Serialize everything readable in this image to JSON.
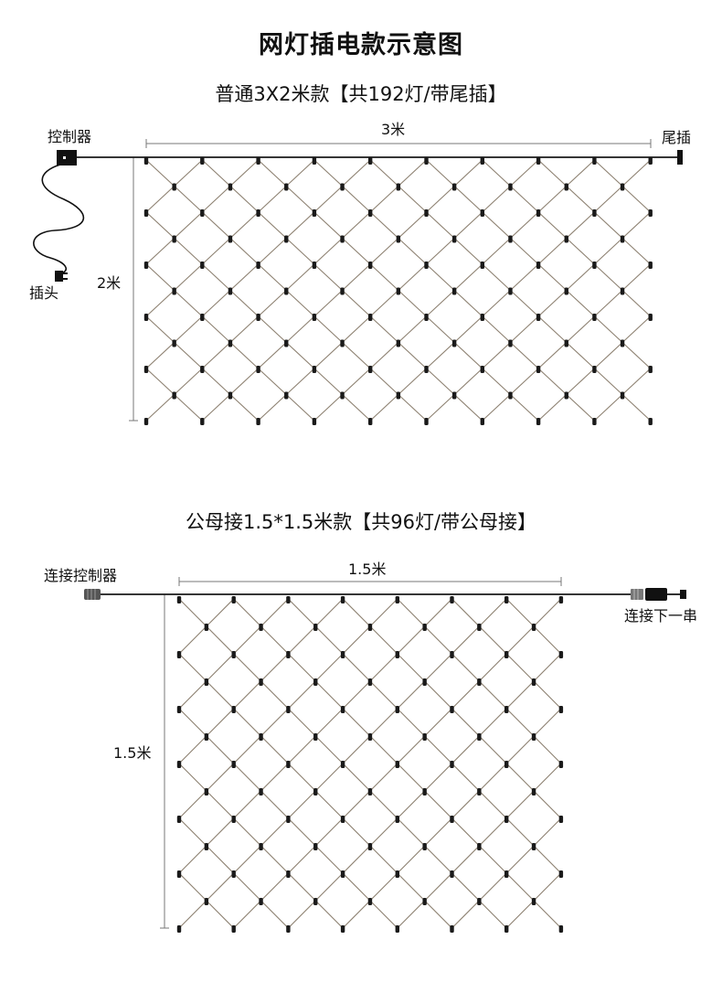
{
  "title": "网灯插电款示意图",
  "diagram1": {
    "title": "普通3X2米款【共192灯/带尾插】",
    "labels": {
      "controller": "控制器",
      "plug": "插头",
      "tail_plug": "尾插",
      "width": "3米",
      "height": "2米"
    }
  },
  "diagram2": {
    "title": "公母接1.5*1.5米款【共96灯/带公母接】",
    "labels": {
      "controller": "连接控制器",
      "next_string": "连接下一串",
      "width": "1.5米",
      "height": "1.5米"
    }
  },
  "colors": {
    "wire": "#1a1a1a",
    "net": "#8c8070",
    "dim_line": "#777777",
    "bulb": "#1a1a1a"
  }
}
